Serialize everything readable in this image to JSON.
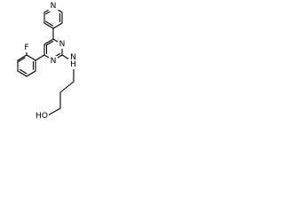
{
  "atom_labels": {
    "pyridine_n": "N",
    "pyrimidine_n_top": "N",
    "pyrimidine_n_right": "N",
    "fluoro": "F",
    "amine": "N",
    "amine_h": "H",
    "hydroxyl_h": "HO"
  },
  "colors": {
    "bond": "#000000",
    "label": "#000000",
    "background": "#ffffff"
  }
}
